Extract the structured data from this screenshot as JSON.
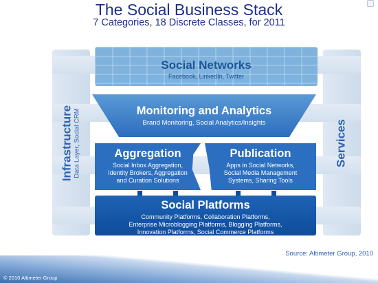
{
  "header": {
    "title": "The Social Business Stack",
    "subtitle": "7 Categories, 18 Discrete Classes, for 2011"
  },
  "infrastructure": {
    "label": "Infrastructure",
    "sublabel": "Data Layer, Social CRM"
  },
  "services": {
    "label": "Services"
  },
  "social_networks": {
    "title": "Social Networks",
    "desc": "Facebook, LinkedIn, Twitter"
  },
  "monitoring": {
    "title": "Monitoring and Analytics",
    "desc": "Brand Monitoring, Social Analytics/Insights"
  },
  "aggregation": {
    "title": "Aggregation",
    "lines": [
      "Social Inbox Aggregation,",
      "Identity Brokers, Aggregation",
      "and Curation Solutions"
    ]
  },
  "publication": {
    "title": "Publication",
    "lines": [
      "Apps in Social Networks,",
      "Social Media Management",
      "Systems, Sharing Tools"
    ]
  },
  "social_platforms": {
    "title": "Social Platforms",
    "lines": [
      "Community Platforms, Collaboration Platforms,",
      "Enterprise Microblogging Platforms, Blogging Platforms,",
      "Innovation Platforms, Social Commerce Platforms"
    ]
  },
  "source": "Source: Altimeter Group, 2010",
  "copyright": "© 2010 Altimeter Group",
  "colors": {
    "title": "#1c2f8a",
    "accent_dark": "#0f4c9c",
    "accent_mid": "#2c6fc0",
    "accent_light": "#7fb3de",
    "side_label": "#2f62ad"
  }
}
